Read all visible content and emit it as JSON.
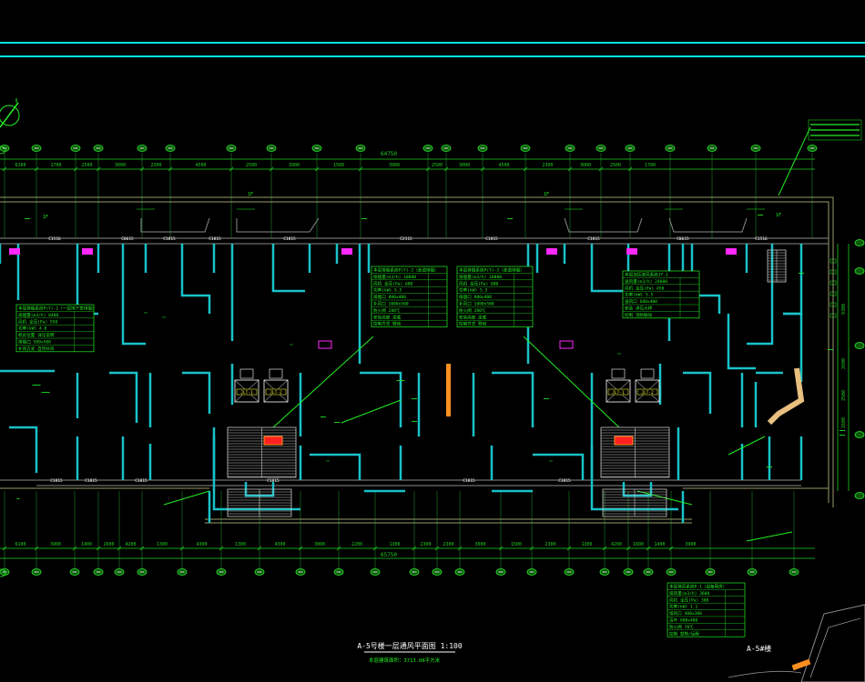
{
  "drawing": {
    "title": "A-5号楼一层通风平面图 1:100",
    "subtitle": "本层建筑面积：3713.08平方米",
    "key_plan_label": "A-5#楼",
    "overall_dimension_top": "64750",
    "overall_dimension_bottom": "65750"
  },
  "dims_top": [
    "6100",
    "1700",
    "2500",
    "3000",
    "2300",
    "4500",
    "2500",
    "3900",
    "1500",
    "3900",
    "2500",
    "3000",
    "4500",
    "2300",
    "3000",
    "2500",
    "1700"
  ],
  "dims_bottom": [
    "6100",
    "3900",
    "1400",
    "1600",
    "4200",
    "1300",
    "4300",
    "1300",
    "4300",
    "3000",
    "2200",
    "1300",
    "2300",
    "2300",
    "3000",
    "1500",
    "2300",
    "1300",
    "4200",
    "1600",
    "1400",
    "3900"
  ],
  "dims_right": [
    "9300",
    "2600",
    "2500",
    "2600"
  ],
  "room_tags": [
    "C1516",
    "C0615",
    "C1815",
    "C1815",
    "C1815",
    "C2115",
    "C1815",
    "C1815",
    "C0615",
    "C1516",
    "C1815",
    "C1815",
    "C1815",
    "C1815",
    "C1815",
    "C1815"
  ],
  "lift_labels": [
    "JLT-1",
    "JLT-2",
    "JLT-1",
    "JLT-2"
  ],
  "notes": {
    "left_table": [
      "本层排烟系统P(Y)-1（一层地下室排烟）",
      "排烟量(m3/h) 8400",
      "风机 全压(Pa)  550",
      "功率(kW) 4.0",
      "机房位置 详见说明",
      "排烟口 500x500",
      "补风方式 自然补风"
    ],
    "center_left_table": [
      "本层排烟系统P(Y)-2（走道排烟）",
      "排烟量(m3/h) 10800",
      "风机 全压(Pa) 600",
      "功率(kW) 5.5",
      "排烟口 800x400",
      "补风口 1000x500",
      "防火阀 280℃",
      "安装高度 梁底",
      "控制方式 联动"
    ],
    "center_right_table": [
      "本层排烟系统P(Y)-3（走道排烟）",
      "排烟量(m3/h) 10800",
      "风机 全压(Pa) 600",
      "功率(kW) 5.5",
      "排烟口 800x400",
      "补风口 1000x500",
      "防火阀 280℃",
      "安装高度 梁底",
      "控制方式 联动"
    ],
    "right_table": [
      "本层加压送风系统JY-1",
      "送风量(m3/h) 24000",
      "风机 全压(Pa) 450",
      "功率(kW) 5.5",
      "送风口 600x400",
      "安装 详见大样",
      "控制 消防联动"
    ],
    "bottom_table": [
      "本层排风系统P-1（设备用房）",
      "排风量(m3/h) 3600",
      "风机 全压(Pa) 300",
      "功率(kW) 1.1",
      "排风口 400x300",
      "百叶 600x400",
      "防火阀 70℃",
      "控制 就地/远程"
    ]
  },
  "colors": {
    "background": "#000000",
    "axis_line": "#00e5e5",
    "wall": "#19c2c9",
    "dimension": "#20d020",
    "annotation": "#22ee22",
    "grid_bubble": "#2ee82e",
    "frame": "#9a9a6a",
    "duct": "#8a8a8a",
    "equipment_magenta": "#ff28ff",
    "equipment_red": "#ff2020",
    "equipment_orange": "#ff9020",
    "lift_yellow": "#e8e830",
    "stair": "#c8c8c8"
  }
}
